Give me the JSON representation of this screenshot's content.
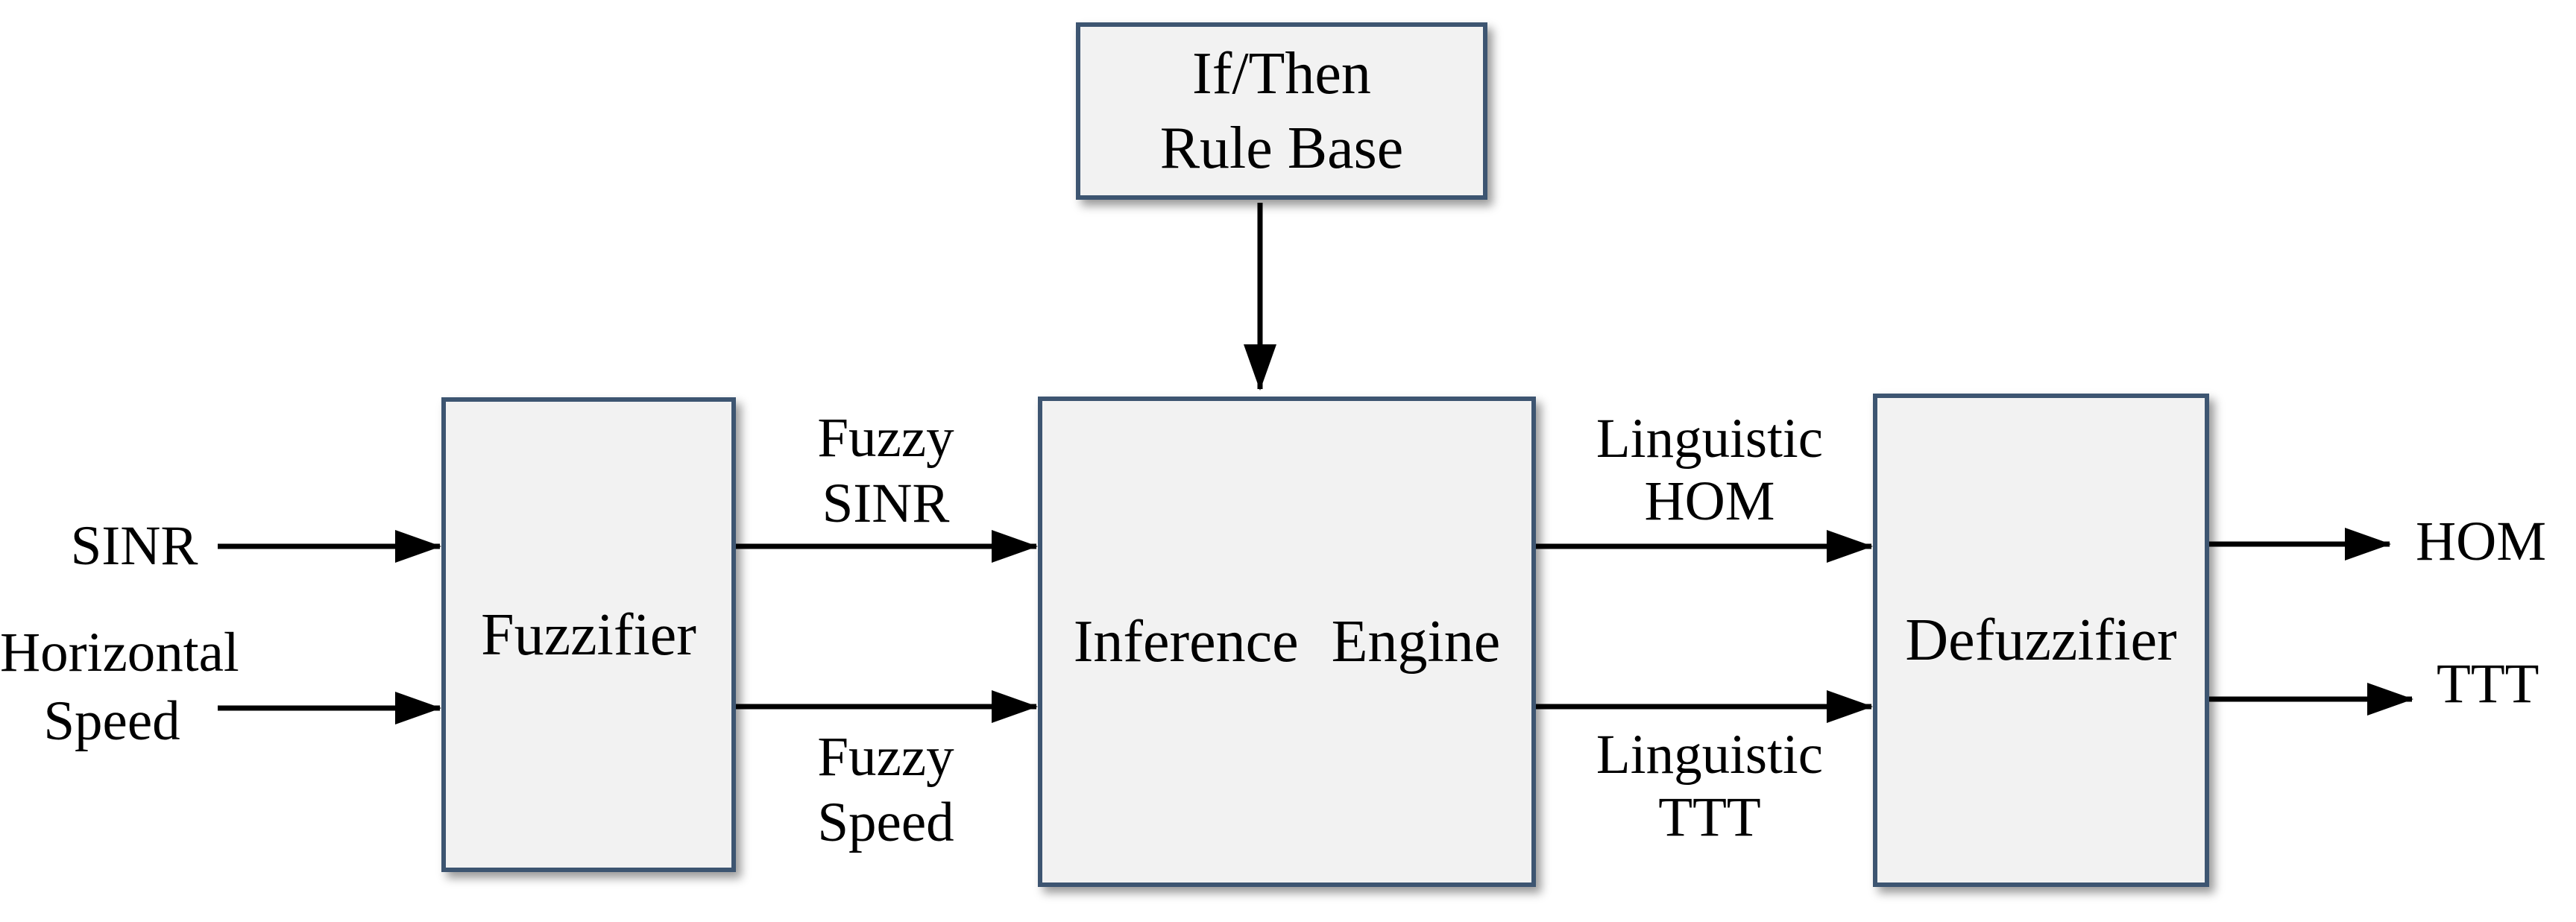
{
  "diagram": {
    "title_semantic": "Fuzzy logic controller block diagram",
    "colors": {
      "background": "#ffffff",
      "box_fill": "#f2f2f2",
      "box_border": "#3d5571",
      "arrow": "#000000",
      "text": "#000000"
    },
    "blocks": {
      "rule_base": {
        "line1": "If/Then",
        "line2": "Rule Base"
      },
      "fuzzifier": {
        "label": "Fuzzifier"
      },
      "inference": {
        "label": "Inference Engine"
      },
      "defuzzifier": {
        "label": "Defuzzifier"
      }
    },
    "inputs": {
      "sinr": {
        "label": "SINR"
      },
      "horizontal_speed": {
        "line1": "Horizontal",
        "line2": "Speed"
      }
    },
    "signals": {
      "fuzzy_sinr": {
        "line1": "Fuzzy",
        "line2": "SINR"
      },
      "fuzzy_speed": {
        "line1": "Fuzzy",
        "line2": "Speed"
      },
      "linguistic_hom": {
        "line1": "Linguistic",
        "line2": "HOM"
      },
      "linguistic_ttt": {
        "line1": "Linguistic",
        "line2": "TTT"
      }
    },
    "outputs": {
      "hom": {
        "label": "HOM"
      },
      "ttt": {
        "label": "TTT"
      }
    }
  }
}
